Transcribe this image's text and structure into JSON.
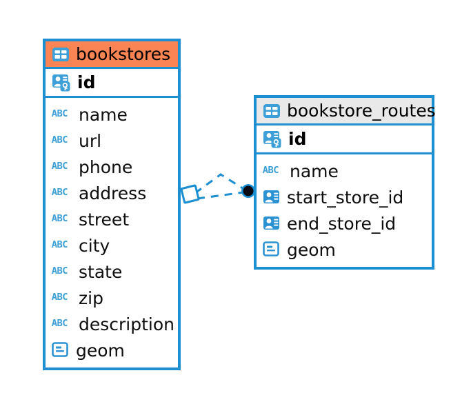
{
  "diagram": {
    "type": "entity-relationship-diagram",
    "background_color": "#ffffff",
    "accent_color": "#1b8fd2",
    "highlight_color": "#fa8454"
  },
  "entities": [
    {
      "name": "bookstores",
      "header_icon": "table-icon",
      "header_style": "accent-orange",
      "primary_key": {
        "label": "id",
        "icon": "primary-key-icon"
      },
      "fields": [
        {
          "label": "name",
          "icon": "abc-text-icon",
          "icon_text": "ABC"
        },
        {
          "label": "url",
          "icon": "abc-text-icon",
          "icon_text": "ABC"
        },
        {
          "label": "phone",
          "icon": "abc-text-icon",
          "icon_text": "ABC"
        },
        {
          "label": "address",
          "icon": "abc-text-icon",
          "icon_text": "ABC"
        },
        {
          "label": "street",
          "icon": "abc-text-icon",
          "icon_text": "ABC"
        },
        {
          "label": "city",
          "icon": "abc-text-icon",
          "icon_text": "ABC"
        },
        {
          "label": "state",
          "icon": "abc-text-icon",
          "icon_text": "ABC"
        },
        {
          "label": "zip",
          "icon": "abc-text-icon",
          "icon_text": "ABC"
        },
        {
          "label": "description",
          "icon": "abc-text-icon",
          "icon_text": "ABC"
        },
        {
          "label": "geom",
          "icon": "geometry-icon",
          "icon_text": ""
        }
      ]
    },
    {
      "name": "bookstore_routes",
      "header_icon": "table-icon",
      "header_style": "accent-grey",
      "primary_key": {
        "label": "id",
        "icon": "primary-key-icon"
      },
      "fields": [
        {
          "label": "name",
          "icon": "abc-text-icon",
          "icon_text": "ABC"
        },
        {
          "label": "start_store_id",
          "icon": "foreign-key-icon",
          "icon_text": ""
        },
        {
          "label": "end_store_id",
          "icon": "foreign-key-icon",
          "icon_text": ""
        },
        {
          "label": "geom",
          "icon": "geometry-icon",
          "icon_text": ""
        }
      ]
    }
  ],
  "relationship": {
    "source_entity": "bookstores",
    "target_entity": "bookstore_routes",
    "source_marker": "diamond-marker",
    "target_marker": "filled-circle-marker",
    "line_style": "dashed",
    "line_color": "#1b8fd2"
  }
}
